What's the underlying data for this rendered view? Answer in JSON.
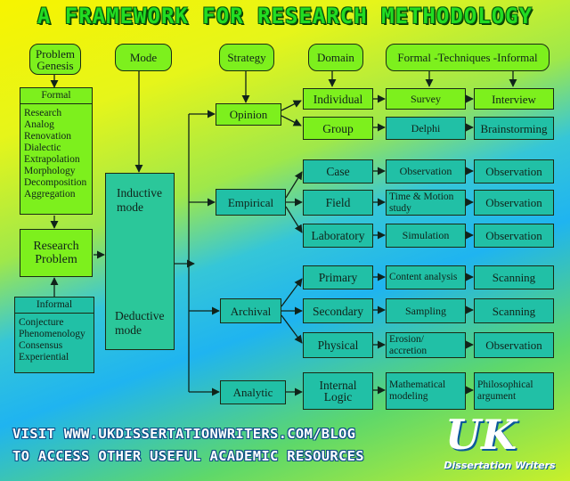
{
  "title": "A FRAMEWORK FOR RESEARCH METHODOLOGY",
  "headers": {
    "problem_genesis": "Problem Genesis",
    "mode": "Mode",
    "strategy": "Strategy",
    "domain": "Domain",
    "techniques": "Formal -Techniques -Informal"
  },
  "formal": {
    "head": "Formal",
    "items": [
      "Research",
      "Analog",
      "Renovation",
      "Dialectic",
      "Extrapolation",
      "Morphology",
      "Decomposition",
      "Aggregation"
    ]
  },
  "research_problem": "Research Problem",
  "informal": {
    "head": "Informal",
    "items": [
      "Conjecture",
      "Phenomenology",
      "Consensus",
      "Experiential"
    ]
  },
  "mode": {
    "inductive": "Inductive mode",
    "deductive": "Deductive mode"
  },
  "strategies": {
    "opinion": "Opinion",
    "empirical": "Empirical",
    "archival": "Archival",
    "analytic": "Analytic"
  },
  "rows": [
    {
      "domain": "Individual",
      "formal": "Survey",
      "informal": "Interview"
    },
    {
      "domain": "Group",
      "formal": "Delphi",
      "informal": "Brainstorming"
    },
    {
      "domain": "Case",
      "formal": "Observation",
      "informal": "Observation"
    },
    {
      "domain": "Field",
      "formal": "Time & Motion study",
      "informal": "Observation"
    },
    {
      "domain": "Laboratory",
      "formal": "Simulation",
      "informal": "Observation"
    },
    {
      "domain": "Primary",
      "formal": "Content analysis",
      "informal": "Scanning"
    },
    {
      "domain": "Secondary",
      "formal": "Sampling",
      "informal": "Scanning"
    },
    {
      "domain": "Physical",
      "formal": "Erosion/ accretion",
      "informal": "Observation"
    },
    {
      "domain": "Internal Logic",
      "formal": "Mathematical modeling",
      "informal": "Philosophical argument"
    }
  ],
  "footer": {
    "line1": "VISIT WWW.UKDISSERTATIONWRITERS.COM/BLOG",
    "line2": "TO ACCESS OTHER USEFUL ACADEMIC RESOURCES"
  },
  "logo": {
    "mark": "UK",
    "text": "Dissertation Writers"
  }
}
